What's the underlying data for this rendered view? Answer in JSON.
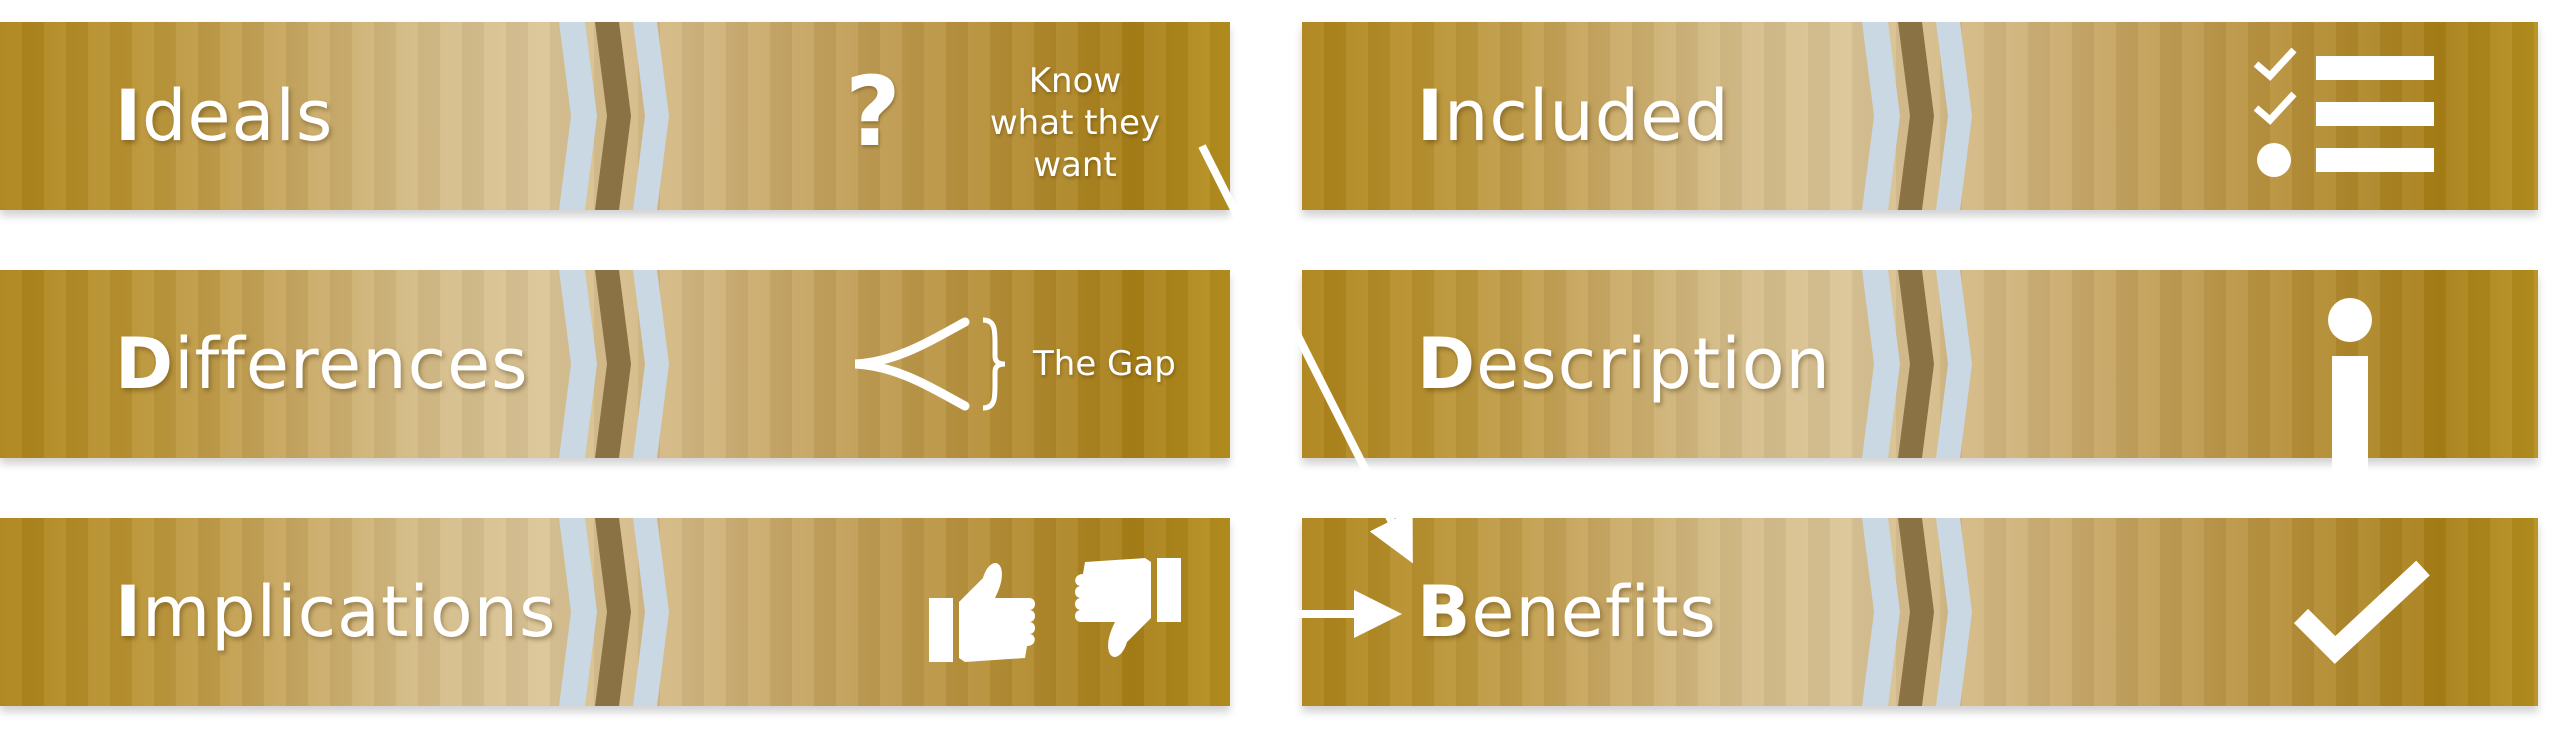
{
  "bars": {
    "ideals": {
      "initial": "I",
      "rest": "deals"
    },
    "differences": {
      "initial": "D",
      "rest": "ifferences"
    },
    "implications": {
      "initial": "I",
      "rest": "mplications"
    },
    "included": {
      "initial": "I",
      "rest": "ncluded"
    },
    "description": {
      "initial": "D",
      "rest": "escription"
    },
    "benefits": {
      "initial": "B",
      "rest": "enefits"
    }
  },
  "annotations": {
    "question_mark": "?",
    "know_line1": "Know",
    "know_line2": "what they",
    "know_line3": "want",
    "gap": "The Gap"
  },
  "icons": {
    "question": "question-mark-icon",
    "gap": "diverging-lines-icon",
    "feedback": "thumbs-up-down-icon",
    "checklist": "checklist-icon",
    "info": "info-icon",
    "check": "check-mark-icon"
  },
  "colors": {
    "bar_dark": "#ad8318",
    "bar_light": "#dbc597",
    "chevron_blue": "#c9d8e2",
    "chevron_brown": "#8a7245",
    "text": "#ffffff",
    "arrow": "#ffffff"
  }
}
